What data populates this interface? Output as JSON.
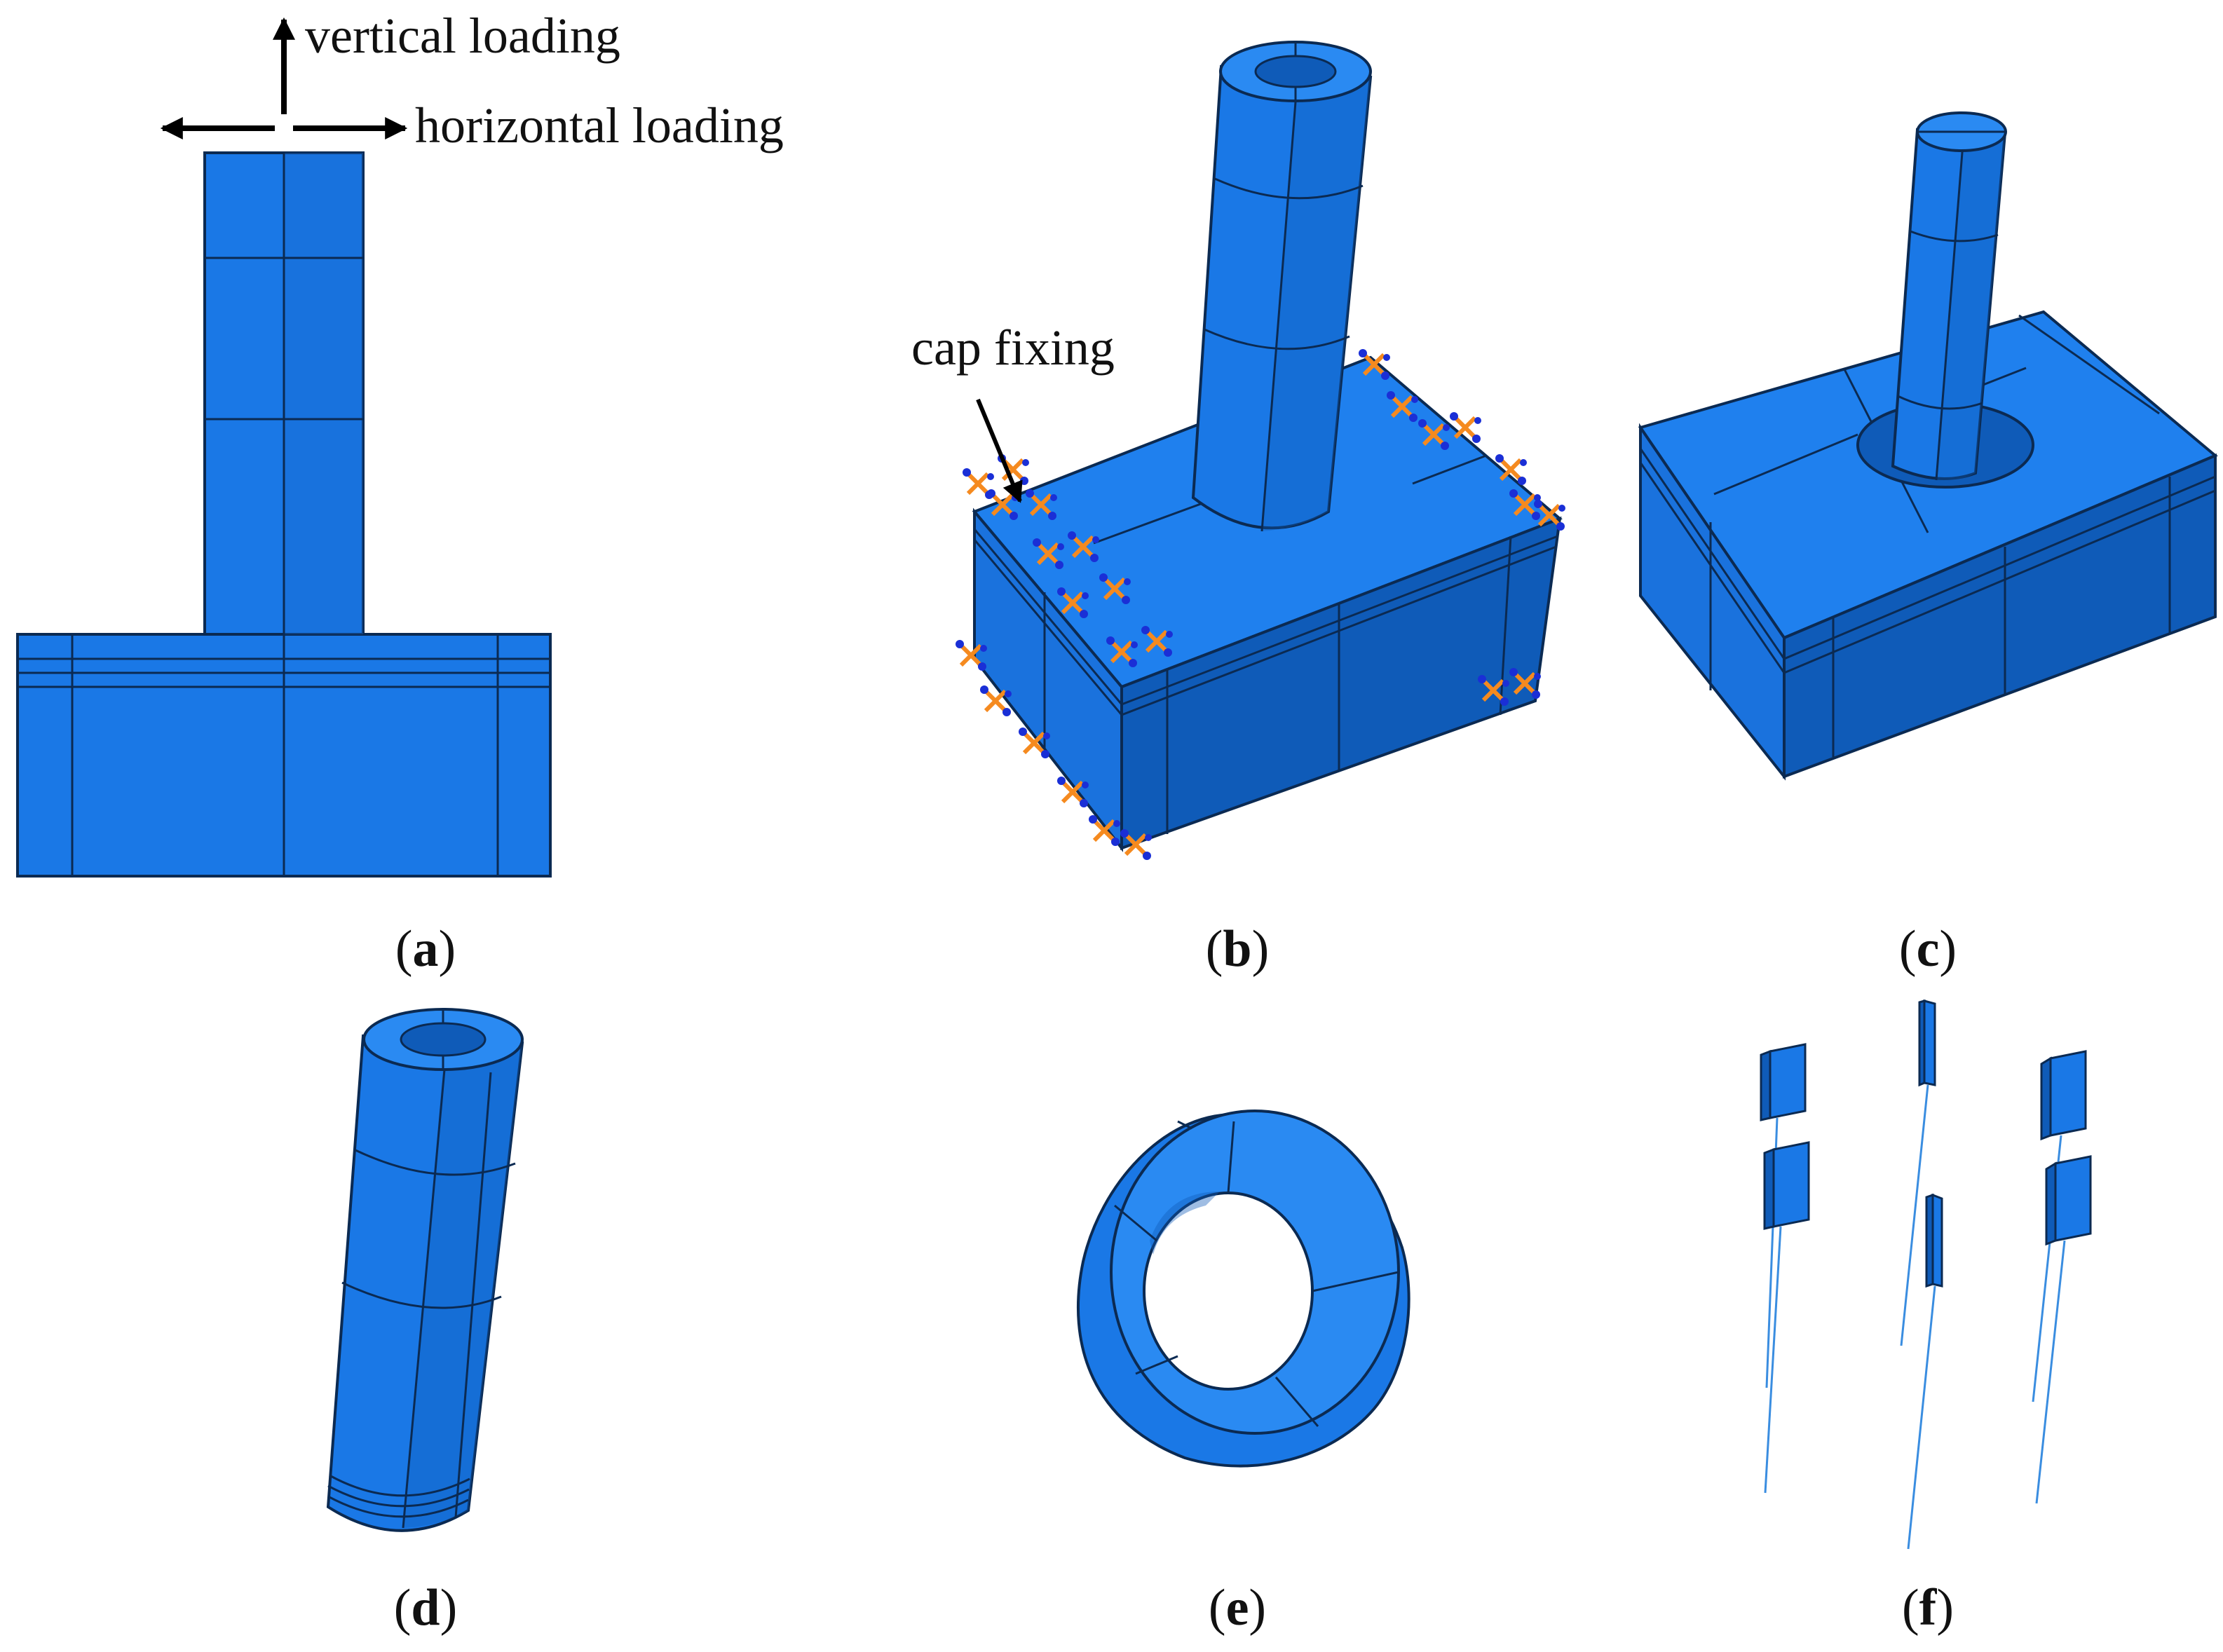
{
  "annotations": {
    "vertical_loading": "vertical loading",
    "horizontal_loading": "horizontal loading",
    "cap_fixing": "cap fixing"
  },
  "panels": {
    "a": {
      "paren_open": "(",
      "letter": "a",
      "paren_close": ")"
    },
    "b": {
      "paren_open": "(",
      "letter": "b",
      "paren_close": ")"
    },
    "c": {
      "paren_open": "(",
      "letter": "c",
      "paren_close": ")"
    },
    "d": {
      "paren_open": "(",
      "letter": "d",
      "paren_close": ")"
    },
    "e": {
      "paren_open": "(",
      "letter": "e",
      "paren_close": ")"
    },
    "f": {
      "paren_open": "(",
      "letter": "f",
      "paren_close": ")"
    }
  },
  "colors": {
    "model_blue": "#1a78e6",
    "model_blue_dark": "#0f5bb8",
    "model_blue_light": "#2a8af2",
    "edge": "#0b2a52",
    "constraint_orange": "#f58a1f",
    "constraint_blue": "#1a2fd6",
    "arrow_black": "#000000"
  }
}
